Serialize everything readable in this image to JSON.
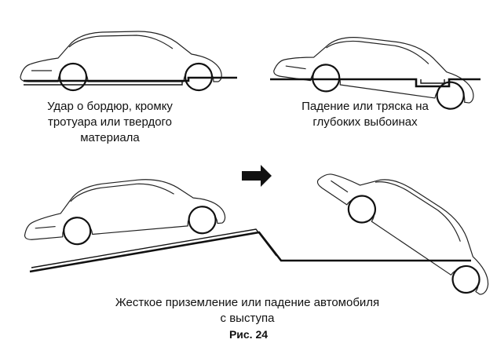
{
  "captions": {
    "scene1": "Удар о бордюр, кромку\nтротуара или твердого\nматериала",
    "scene2": "Падение или тряска на\nглубоких выбоинах",
    "scene3": "Жесткое приземление или падение автомобиля\nс выступа"
  },
  "figure_label": "Рис. 24",
  "icons": {
    "arrow": "arrow-right-icon"
  },
  "colors": {
    "line": "#111111",
    "background": "#ffffff"
  }
}
